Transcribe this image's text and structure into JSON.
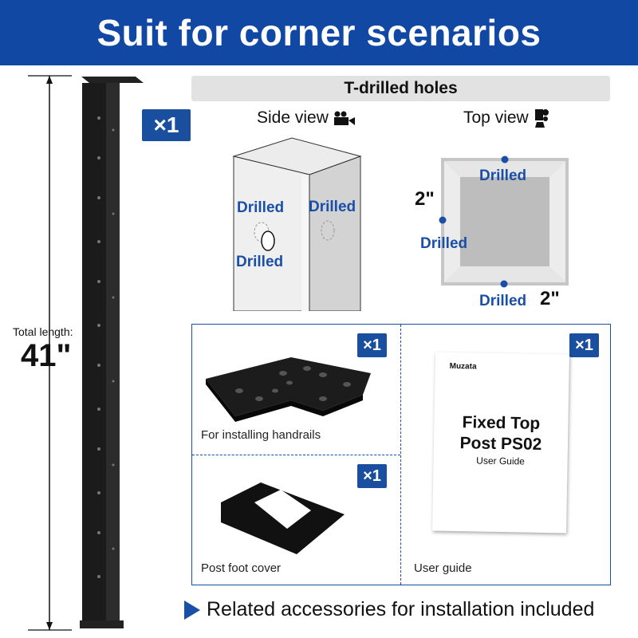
{
  "header": {
    "title": "Suit for corner scenarios"
  },
  "post": {
    "total_length_label": "Total length:",
    "total_length_value": "41\""
  },
  "drill_section": {
    "title": "T-drilled holes",
    "quantity": "×1",
    "side_view": {
      "label": "Side view",
      "icon": "video-camera-icon",
      "drilled_labels": [
        "Drilled",
        "Drilled",
        "Drilled"
      ]
    },
    "top_view": {
      "label": "Top view",
      "icon": "security-camera-icon",
      "drilled_labels": [
        "Drilled",
        "Drilled",
        "Drilled"
      ],
      "dimensions": [
        "2\"",
        "2\""
      ]
    }
  },
  "accessories": [
    {
      "caption": "For installing handrails",
      "quantity": "×1"
    },
    {
      "caption": "Post foot cover",
      "quantity": "×1"
    },
    {
      "caption": "User guide",
      "quantity": "×1",
      "guide": {
        "brand": "Muzata",
        "title_line1": "Fixed Top",
        "title_line2": "Post PS02",
        "subtitle": "User Guide"
      }
    }
  ],
  "footer": {
    "note": "Related accessories for installation included"
  },
  "colors": {
    "brand_blue": "#1148a3",
    "accent_blue": "#1a4fa8"
  }
}
